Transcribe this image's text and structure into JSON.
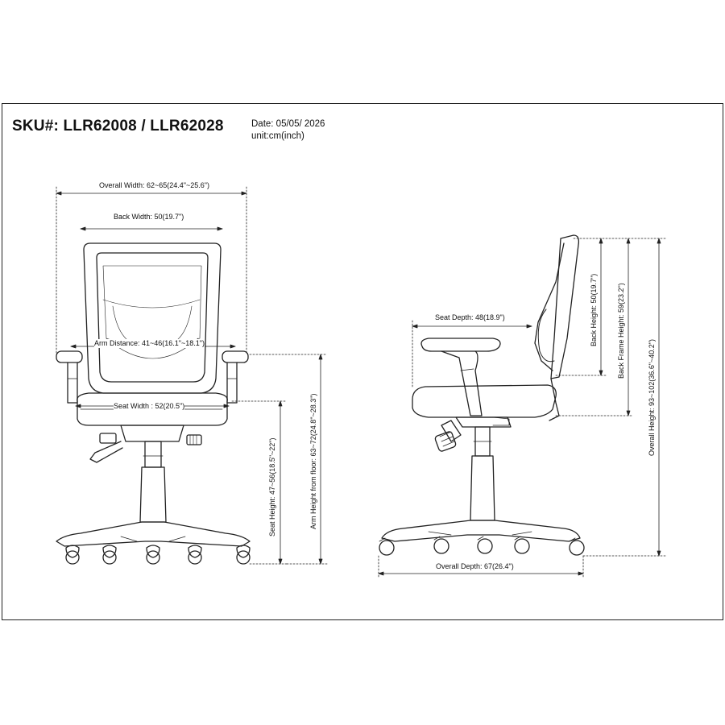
{
  "header": {
    "sku": "SKU#: LLR62008 / LLR62028",
    "date": "Date: 05/05/ 2026",
    "unit": "unit:cm(inch)"
  },
  "front_view": {
    "overall_width": "Overall Width: 62~65(24.4\"~25.6\")",
    "back_width": "Back Width: 50(19.7\")",
    "arm_distance": "Arm Distance: 41~46(16.1\"~18.1\")",
    "seat_width": "Seat Width : 52(20.5\")",
    "seat_height": "Seat Height: 47~56(18.5\"~22\")",
    "arm_height": "Arm Height from floor: 63~72(24.8\"~28.3\")"
  },
  "side_view": {
    "seat_depth": "Seat Depth: 48(18.9\")",
    "back_height": "Back Height: 50(19.7\")",
    "back_frame_height": "Back Frame Height: 59(23.2\")",
    "overall_height": "Overall Height: 93~102(36.6\"~40.2\")",
    "overall_depth": "Overall Depth: 67(26.4\")"
  }
}
